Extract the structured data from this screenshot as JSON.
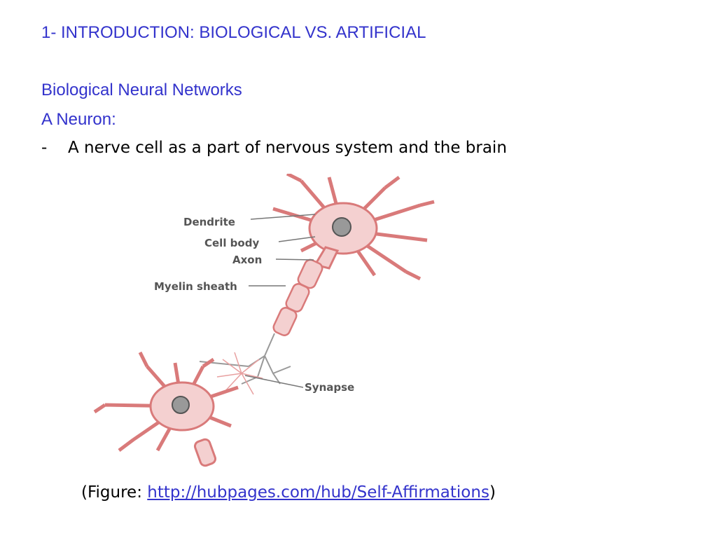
{
  "slide": {
    "title": "1- INTRODUCTION: BIOLOGICAL VS. ARTIFICIAL",
    "subtitle": "Biological Neural Networks",
    "subheading": "A Neuron:",
    "bullet_marker": "-",
    "bullet_text": "A nerve cell as a part of nervous system and the brain",
    "caption_prefix": "(Figure: ",
    "caption_link": "http://hubpages.com/hub/Self-Affirmations",
    "caption_suffix": ")"
  },
  "diagram": {
    "labels": {
      "dendrite": "Dendrite",
      "cell_body": "Cell body",
      "axon": "Axon",
      "myelin": "Myelin sheath",
      "synapse": "Synapse"
    }
  },
  "colors": {
    "heading": "#3333cc",
    "neuron_outline": "#d97a7a",
    "neuron_fill": "#f4d0d0"
  }
}
